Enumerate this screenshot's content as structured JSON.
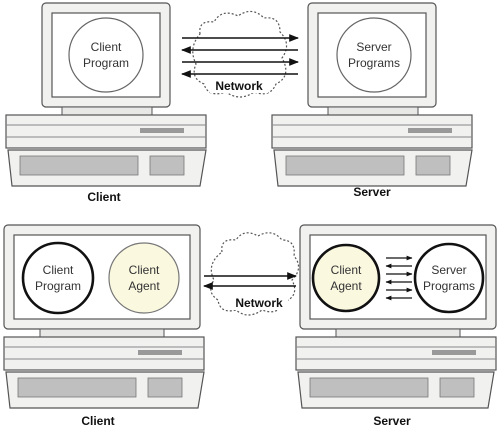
{
  "colors": {
    "case": "#f1f1f0",
    "case_stroke": "#555555",
    "screen": "#ffffff",
    "keyboard": "#bfbfbf",
    "agent_fill": "#fbf8e0",
    "cloud": "#ffffff"
  },
  "top": {
    "client": {
      "program_line1": "Client",
      "program_line2": "Program",
      "caption": "Client"
    },
    "network_label": "Network",
    "server": {
      "programs_line1": "Server",
      "programs_line2": "Programs",
      "caption": "Server"
    }
  },
  "bottom": {
    "client": {
      "program_line1": "Client",
      "program_line2": "Program",
      "agent_line1": "Client",
      "agent_line2": "Agent",
      "caption": "Client"
    },
    "network_label": "Network",
    "server": {
      "agent_line1": "Client",
      "agent_line2": "Agent",
      "programs_line1": "Server",
      "programs_line2": "Programs",
      "caption": "Server"
    }
  }
}
